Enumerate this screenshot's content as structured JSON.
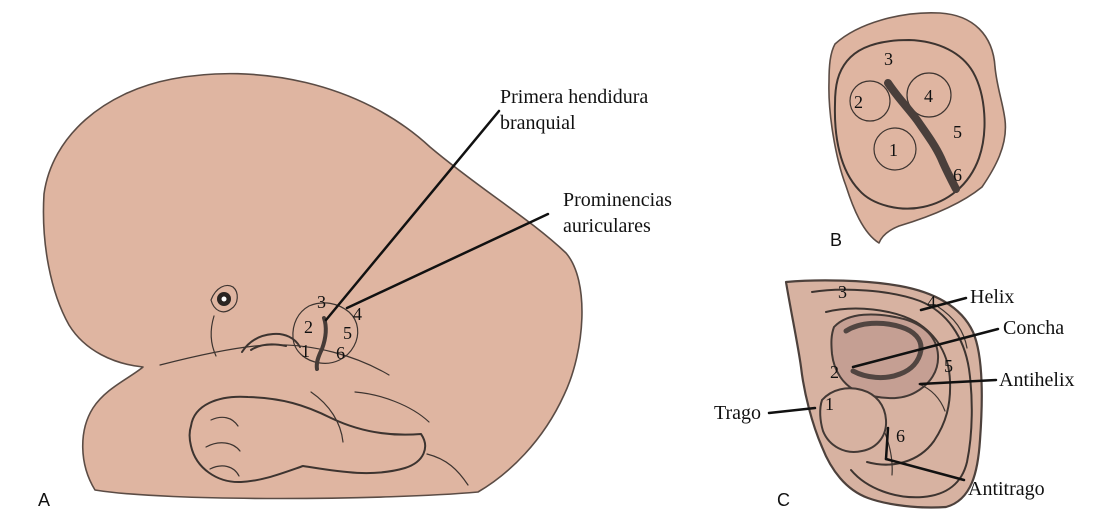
{
  "panel_a": {
    "letter": "A",
    "labels": {
      "cleft": "Primera hendidura",
      "cleft_line2": "branquial",
      "hillocks": "Prominencias",
      "hillocks_line2": "auriculares"
    },
    "numbers": [
      "1",
      "2",
      "3",
      "4",
      "5",
      "6"
    ]
  },
  "panel_b": {
    "letter": "B",
    "numbers": [
      "1",
      "2",
      "3",
      "4",
      "5",
      "6"
    ]
  },
  "panel_c": {
    "letter": "C",
    "labels": {
      "helix": "Helix",
      "concha": "Concha",
      "antihelix": "Antihelix",
      "trago": "Trago",
      "antitrago": "Antitrago"
    },
    "numbers": [
      "1",
      "2",
      "3",
      "4",
      "5",
      "6"
    ]
  },
  "colors": {
    "skin": "#dfb5a1",
    "outline": "#3d3430",
    "text": "#111111",
    "background": "#ffffff"
  }
}
